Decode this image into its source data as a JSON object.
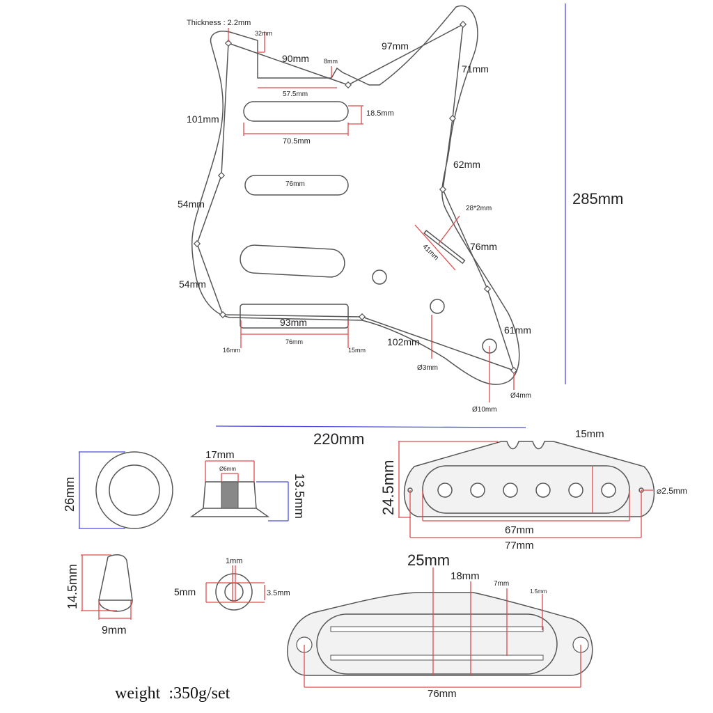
{
  "pickguard": {
    "thickness": "Thickness : 2.2mm",
    "d32": "32mm",
    "d90": "90mm",
    "d8": "8mm",
    "d97": "97mm",
    "d71": "71mm",
    "d57_5": "57.5mm",
    "d18_5": "18.5mm",
    "d101": "101mm",
    "d70_5": "70.5mm",
    "d62": "62mm",
    "d76_mid": "76mm",
    "d54_a": "54mm",
    "d28x2": "28*2mm",
    "d41": "41mm",
    "d76_right": "76mm",
    "d54_b": "54mm",
    "d93": "93mm",
    "d61": "61mm",
    "d102": "102mm",
    "d16": "16mm",
    "d76_bottom": "76mm",
    "d15": "15mm",
    "phi3": "Ø3mm",
    "phi4": "Ø4mm",
    "phi10": "Ø10mm",
    "height": "285mm",
    "width": "220mm"
  },
  "knob": {
    "diameter": "26mm",
    "top": "17mm",
    "shaft": "Ø6mm",
    "height": "13.5mm"
  },
  "switch_tip": {
    "height": "14.5mm",
    "width": "9mm",
    "slot": "1mm",
    "outer": "5mm",
    "inner": "3.5mm"
  },
  "single_cover": {
    "height": "24.5mm",
    "pole_width": "15mm",
    "hole": "2.5mm",
    "inner_len": "67mm",
    "hole_span": "77mm"
  },
  "rail_cover": {
    "height": "25mm",
    "inner": "18mm",
    "rail_gap": "7mm",
    "rail": "1.5mm",
    "length": "76mm"
  },
  "footer": {
    "weight": "weight  :350g/set"
  }
}
